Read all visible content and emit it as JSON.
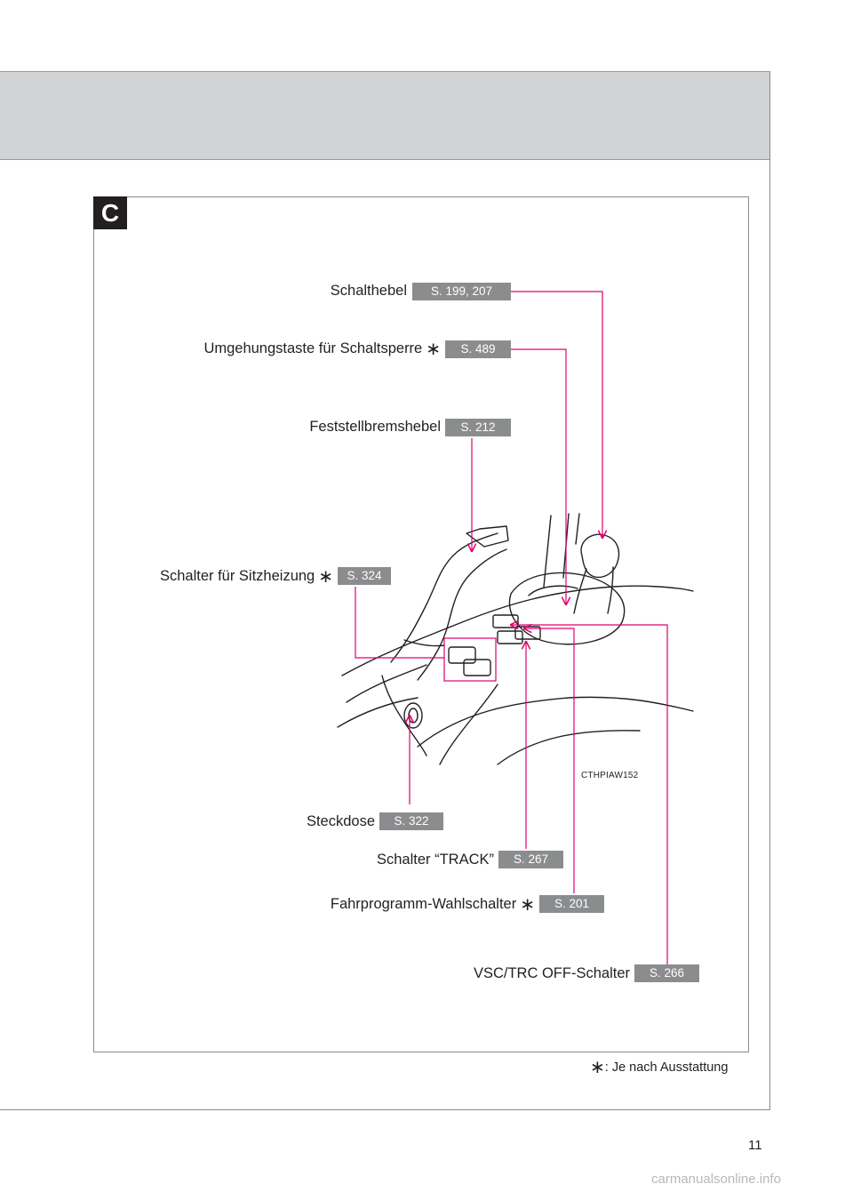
{
  "section": {
    "tag": "C"
  },
  "callouts": {
    "schalthebel": {
      "label": "Schalthebel",
      "page": "S. 199, 207"
    },
    "umgehungstaste": {
      "label": "Umgehungstaste für Schaltsperre",
      "page": "S. 489"
    },
    "feststellbremshebel": {
      "label": "Feststellbremshebel",
      "page": "S. 212"
    },
    "sitzheizung": {
      "label": "Schalter für Sitzheizung",
      "page": "S. 324"
    },
    "steckdose": {
      "label": "Steckdose",
      "page": "S. 322"
    },
    "track": {
      "label": "Schalter “TRACK”",
      "page": "S. 267"
    },
    "fahrprogramm": {
      "label": "Fahrprogramm-Wahlschalter",
      "page": "S. 201"
    },
    "vsc_trc": {
      "label": "VSC/TRC OFF-Schalter",
      "page": "S. 266"
    }
  },
  "optional_mark": "∗",
  "image_code": "CTHPIAW152",
  "footnote": {
    "mark": "∗",
    "text": ": Je nach Ausstattung"
  },
  "page_number": "11",
  "watermark": "carmanualsonline.info",
  "colors": {
    "leader_line": "#e0006e",
    "badge_bg": "#8b8c8e",
    "header_band": "#d2d3d5"
  }
}
